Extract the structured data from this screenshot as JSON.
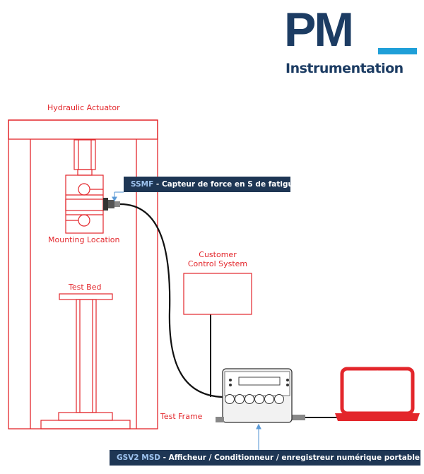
{
  "logo": {
    "main": "PM",
    "sub": "Instrumentation"
  },
  "labels": {
    "hydraulic_actuator": "Hydraulic Actuator",
    "mounting_location": "Mounting Location",
    "test_bed": "Test Bed",
    "test_frame": "Test Frame",
    "customer_control_system": "Customer\nControl System"
  },
  "callouts": {
    "ssmf": {
      "key": "SSMF",
      "text": " - Capteur de force  en S de fatigue"
    },
    "gsv2": {
      "key": "GSV2 MSD",
      "text": " - Afficheur / Conditionneur / enregistreur numérique portable"
    }
  },
  "colors": {
    "logo_navy": "#1c3c63",
    "logo_accent": "#1f9fd8",
    "frame_red": "#e3262b",
    "callout_bg": "#1e3654",
    "laptop_red": "#e3262b"
  },
  "icons": [
    "load-cell-icon",
    "connector-icon",
    "display-unit-icon",
    "laptop-icon"
  ]
}
